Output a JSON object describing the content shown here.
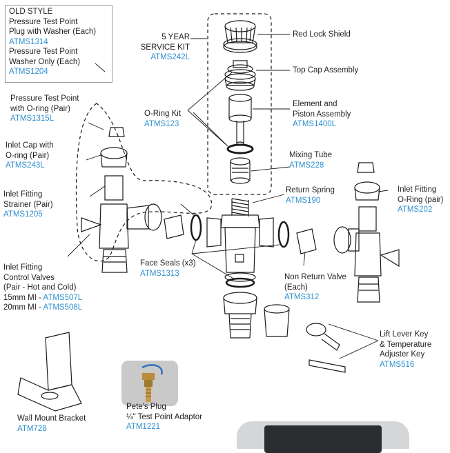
{
  "labels": {
    "old_style": {
      "title": "OLD STYLE",
      "l1a": "Pressure Test Point",
      "l1b": "Plug with Washer (Each)",
      "c1": "ATMS1314",
      "l2a": "Pressure Test Point",
      "l2b": "Washer Only (Each)",
      "c2": "ATMS1204"
    },
    "service_kit": {
      "l1": "5 YEAR",
      "l2": "SERVICE KIT",
      "code": "ATMS242L"
    },
    "red_lock_shield": {
      "l1": "Red Lock Shield"
    },
    "top_cap": {
      "l1": "Top Cap Assembly"
    },
    "element": {
      "l1": "Element and",
      "l2": "Piston Assembly",
      "code": "ATMS1400L"
    },
    "oring_kit": {
      "l1": "O-Ring Kit",
      "code": "ATMS123"
    },
    "mixing_tube": {
      "l1": "Mixing Tube",
      "code": "ATMS228"
    },
    "return_spring": {
      "l1": "Return Spring",
      "code": "ATMS190"
    },
    "inlet_oring": {
      "l1": "Inlet Fitting",
      "l2": "O-Ring (pair)",
      "code": "ATMS202"
    },
    "test_point_oring": {
      "l1": "Pressure Test Point",
      "l2": "with O-ring (Pair)",
      "code": "ATMS1315L"
    },
    "inlet_cap": {
      "l1": "Inlet Cap with",
      "l2": "O-ring (Pair)",
      "code": "ATMS243L"
    },
    "strainer": {
      "l1": "Inlet Fitting",
      "l2": "Strainer (Pair)",
      "code": "ATMS1205"
    },
    "control_valves": {
      "l1": "Inlet Fitting",
      "l2": "Control Valves",
      "l3": "(Pair - Hot and Cold)",
      "l4a": "15mm MI - ",
      "c4": "ATMS507L",
      "l5a": "20mm MI - ",
      "c5": "ATMS508L"
    },
    "face_seals": {
      "l1": "Face Seals (x3)",
      "code": "ATMS1313"
    },
    "non_return": {
      "l1": "Non Return Valve",
      "l2": "(Each)",
      "code": "ATMS312"
    },
    "lift_lever": {
      "l1": "Lift Lever Key",
      "l2": "& Temperature",
      "l3": "Adjuster Key",
      "code": "ATMS516"
    },
    "wall_bracket": {
      "l1": "Wall Mount Bracket",
      "code": "ATM728"
    },
    "petes_plug": {
      "l1": "Pete's Plug",
      "l2": "¼\" Test Point Adaptor",
      "code": "ATM1221"
    }
  },
  "colors": {
    "code": "#2f8fcf",
    "text": "#231f20",
    "line": "#1a1a1a"
  }
}
